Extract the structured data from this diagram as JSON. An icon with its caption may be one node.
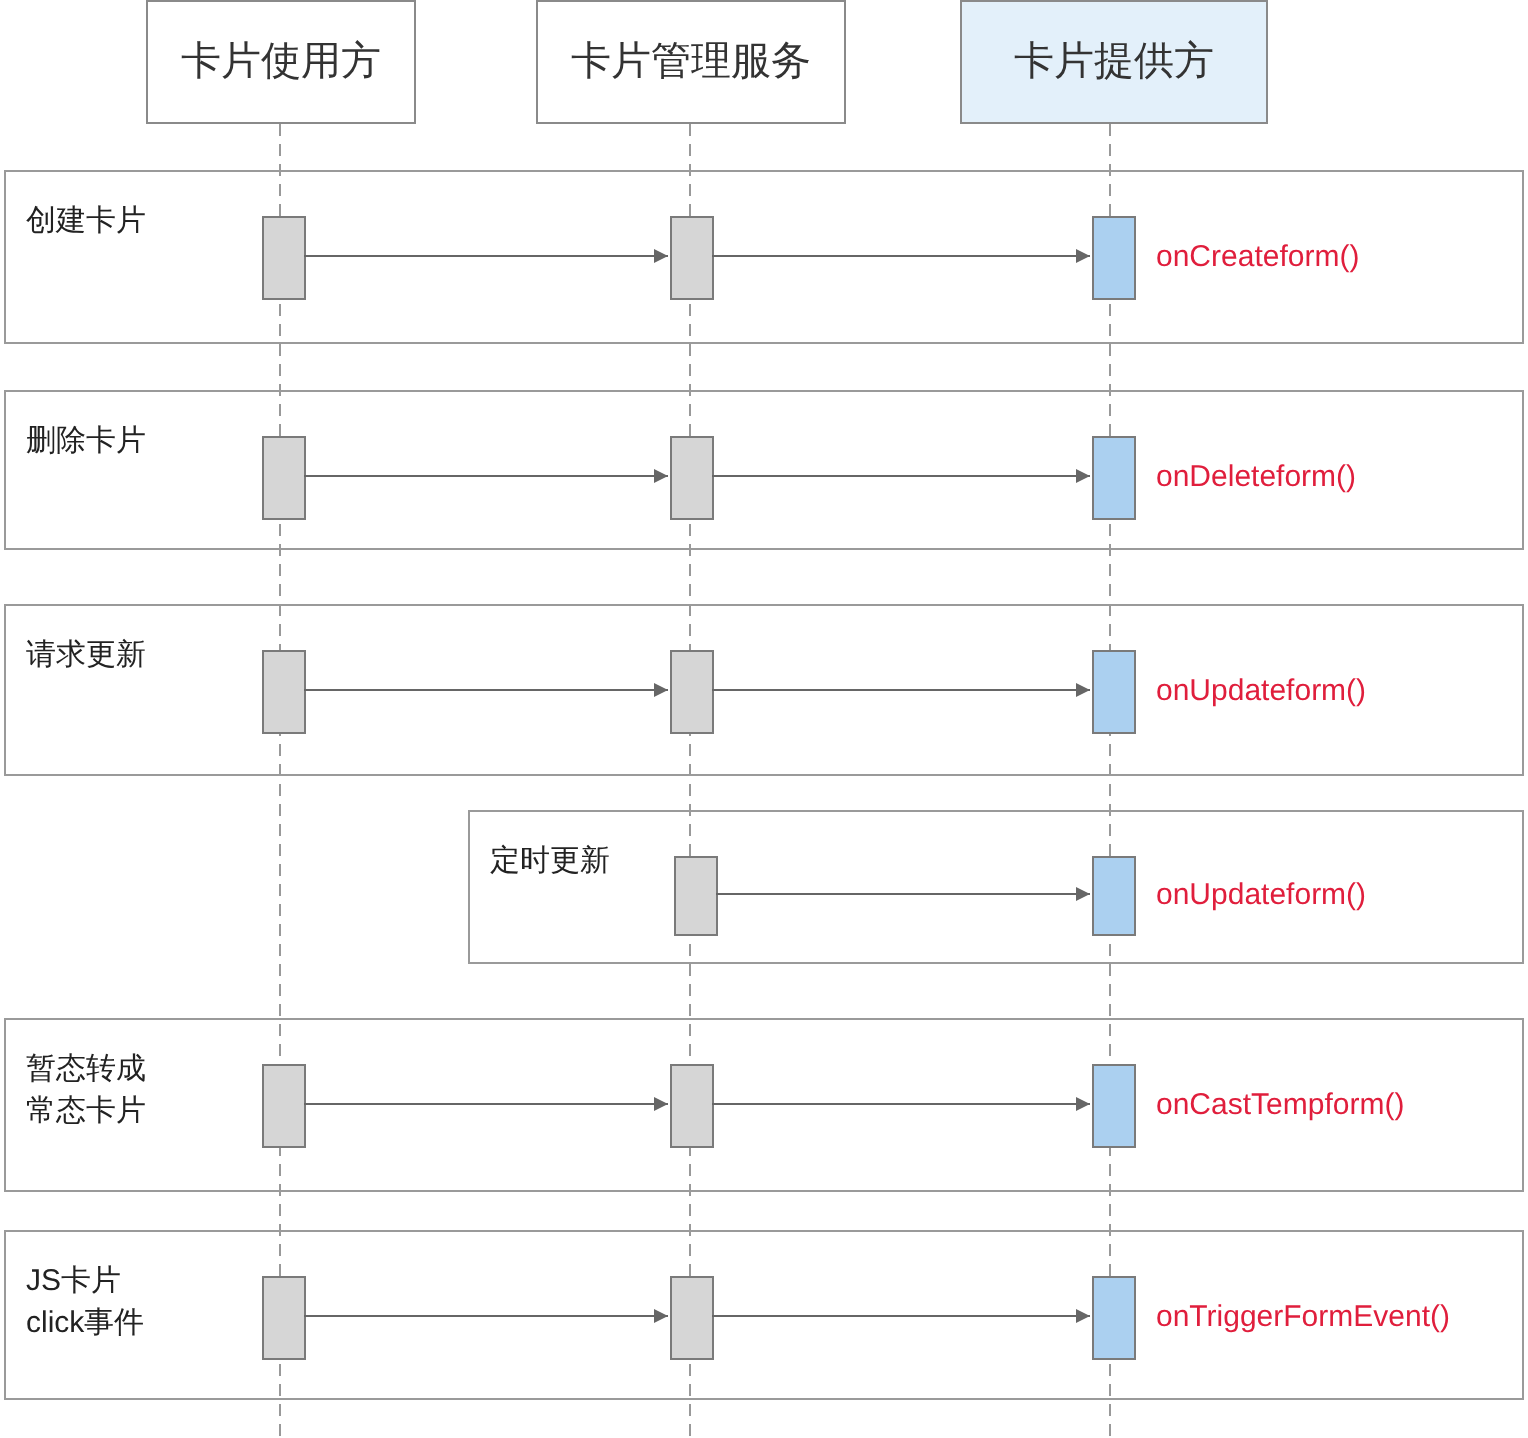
{
  "diagram": {
    "nodes": [
      {
        "text": [
          "卡片使用方"
        ]
      },
      {
        "text": [
          "卡片管理服务"
        ]
      },
      {
        "text": [
          "卡片提供方"
        ]
      },
      {
        "text": [
          "创建卡片"
        ]
      },
      {
        "text": [],
        "shape": "bar",
        "in": 3
      },
      {
        "text": [],
        "shape": "bar",
        "in": 3
      },
      {
        "text": [],
        "shape": "bar",
        "in": 3,
        "beside": [
          "onCreateform()"
        ]
      },
      {
        "text": [
          "删除卡片"
        ]
      },
      {
        "text": [],
        "shape": "bar",
        "in": 7
      },
      {
        "text": [],
        "shape": "bar",
        "in": 7
      },
      {
        "text": [],
        "shape": "bar",
        "in": 7,
        "beside": [
          "onDeleteform()"
        ]
      },
      {
        "text": [
          "请求更新"
        ]
      },
      {
        "text": [],
        "shape": "bar",
        "in": 11
      },
      {
        "text": [],
        "shape": "bar",
        "in": 11
      },
      {
        "text": [],
        "shape": "bar",
        "in": 11,
        "beside": [
          "onUpdateform()"
        ]
      },
      {
        "text": [
          "定时更新"
        ]
      },
      {
        "text": [],
        "shape": "bar",
        "in": 15
      },
      {
        "text": [],
        "shape": "bar",
        "in": 15,
        "beside": [
          "onUpdateform()"
        ]
      },
      {
        "text": [
          "暂态转成常态卡片"
        ]
      },
      {
        "text": [],
        "shape": "bar",
        "in": 18
      },
      {
        "text": [],
        "shape": "bar",
        "in": 18
      },
      {
        "text": [],
        "shape": "bar",
        "in": 18,
        "beside": [
          "onCastTempform()"
        ]
      },
      {
        "text": [
          "JS卡片 click事件"
        ]
      },
      {
        "text": [],
        "shape": "bar",
        "in": 22
      },
      {
        "text": [],
        "shape": "bar",
        "in": 22
      },
      {
        "text": [],
        "shape": "bar",
        "in": 22,
        "beside": [
          "onTriggerFormEvent()"
        ]
      }
    ],
    "edges": [
      {
        "from": 4,
        "to": 5,
        "arrow": "to"
      },
      {
        "from": 5,
        "to": 6,
        "arrow": "to"
      },
      {
        "from": 8,
        "to": 9,
        "arrow": "to"
      },
      {
        "from": 9,
        "to": 10,
        "arrow": "to"
      },
      {
        "from": 12,
        "to": 13,
        "arrow": "to"
      },
      {
        "from": 13,
        "to": 14,
        "arrow": "to"
      },
      {
        "from": 16,
        "to": 17,
        "arrow": "to"
      },
      {
        "from": 19,
        "to": 20,
        "arrow": "to"
      },
      {
        "from": 20,
        "to": 21,
        "arrow": "to"
      },
      {
        "from": 23,
        "to": 24,
        "arrow": "to"
      },
      {
        "from": 24,
        "to": 25,
        "arrow": "to"
      }
    ]
  }
}
